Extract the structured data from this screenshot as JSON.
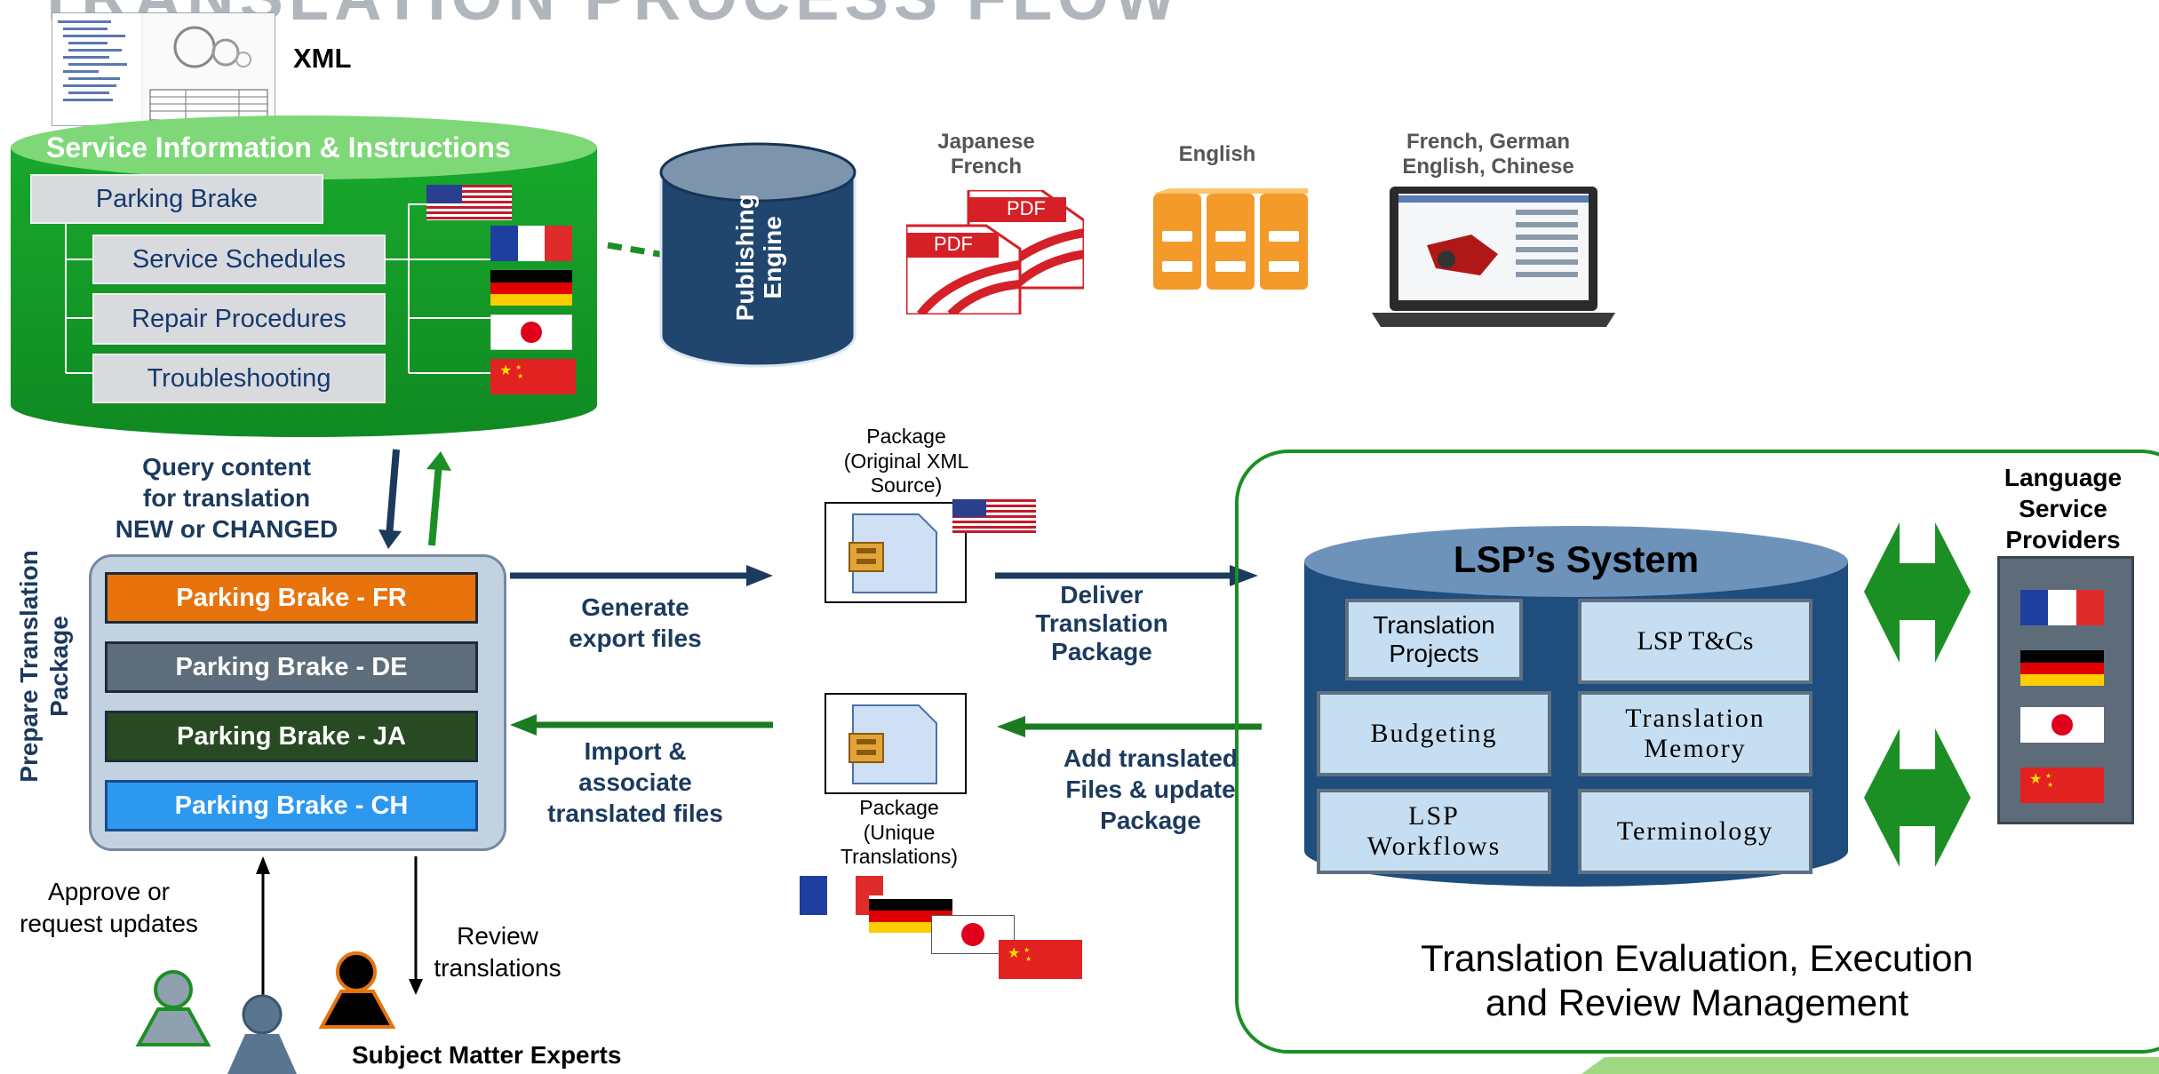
{
  "banner_partial": "TRANSLATION PROCESS FLOW",
  "xml_label": "XML",
  "sii": {
    "title": "Service Information & Instructions",
    "root": "Parking Brake",
    "children": [
      "Service Schedules",
      "Repair Procedures",
      "Troubleshooting"
    ]
  },
  "engine": {
    "line1": "Publishing",
    "line2": "Engine"
  },
  "outputs": [
    {
      "line1": "Japanese",
      "line2": "French"
    },
    {
      "line1": "English",
      "line2": ""
    },
    {
      "line1": "French, German",
      "line2": "English, Chinese"
    }
  ],
  "pdf_label": "PDF",
  "query": {
    "line1": "Query content",
    "line2": "for translation",
    "line3": "NEW or CHANGED"
  },
  "prepare": {
    "line1": "Prepare Translation",
    "line2": "Package"
  },
  "packages": [
    {
      "label": "Parking Brake - FR",
      "color": "#e8720c"
    },
    {
      "label": "Parking Brake - DE",
      "color": "#5d6d7b"
    },
    {
      "label": "Parking Brake - JA",
      "color": "#274a22"
    },
    {
      "label": "Parking Brake - CH",
      "color": "#2c98f0"
    }
  ],
  "generate": {
    "line1": "Generate",
    "line2": "export files"
  },
  "import": {
    "line1": "Import &",
    "line2": "associate",
    "line3": "translated files"
  },
  "pkg_top": {
    "line1": "Package",
    "line2": "(Original XML",
    "line3": "Source)"
  },
  "pkg_bottom": {
    "line1": "Package",
    "line2": "(Unique",
    "line3": "Translations)"
  },
  "deliver": {
    "line1": "Deliver",
    "line2": "Translation",
    "line3": "Package"
  },
  "addtrans": {
    "line1": "Add translated",
    "line2": "Files & update",
    "line3": "Package"
  },
  "lsp": {
    "title": "LSP’s System",
    "boxes": {
      "tp_l1": "Translation",
      "tp_l2": "Projects",
      "tcs": "LSP T&Cs",
      "budgeting": "Budgeting",
      "tm_l1": "Translation",
      "tm_l2": "Memory",
      "wf_l1": "LSP",
      "wf_l2": "Workflows",
      "terminology": "Terminology"
    },
    "caption_l1": "Translation Evaluation, Execution",
    "caption_l2": "and Review Management"
  },
  "providers": {
    "line1": "Language",
    "line2": "Service",
    "line3": "Providers"
  },
  "approve": {
    "line1": "Approve or",
    "line2": "request updates"
  },
  "review": {
    "line1": "Review",
    "line2": "translations"
  },
  "sme": "Subject Matter Experts",
  "colors": {
    "green": "#1f8a22",
    "navy": "#1c3a5e",
    "engine": "#21466e",
    "lsp_blue": "#1f4d7e",
    "pdf_red": "#d52027",
    "orange": "#f39a2a"
  }
}
